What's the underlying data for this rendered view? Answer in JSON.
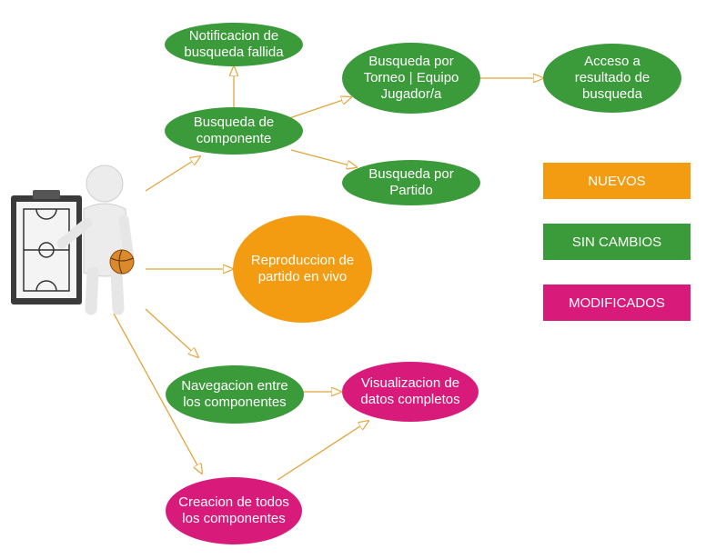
{
  "colors": {
    "green": "#3b9a3a",
    "orange": "#f39c12",
    "magenta": "#d81b7a",
    "arrow": "#e2a43a"
  },
  "actor": {
    "icon": "coach-with-tactics-board-icon"
  },
  "nodes": {
    "busqueda_componente": "Busqueda de\ncomponente",
    "notificacion": "Notificacion de\nbusqueda fallida",
    "busqueda_torneo": "Busqueda por\nTorneo | Equipo\nJugador/a",
    "acceso_resultado": "Acceso a\nresultado de\nbusqueda",
    "busqueda_partido": "Busqueda por\nPartido",
    "reproduccion": "Reproduccion de\npartido en vivo",
    "navegacion": "Navegacion entre\nlos componentes",
    "visualizacion": "Visualizacion de\ndatos completos",
    "creacion": "Creacion de todos\nlos componentes"
  },
  "legend": {
    "nuevos": "NUEVOS",
    "sin_cambios": "SIN CAMBIOS",
    "modificados": "MODIFICADOS"
  }
}
